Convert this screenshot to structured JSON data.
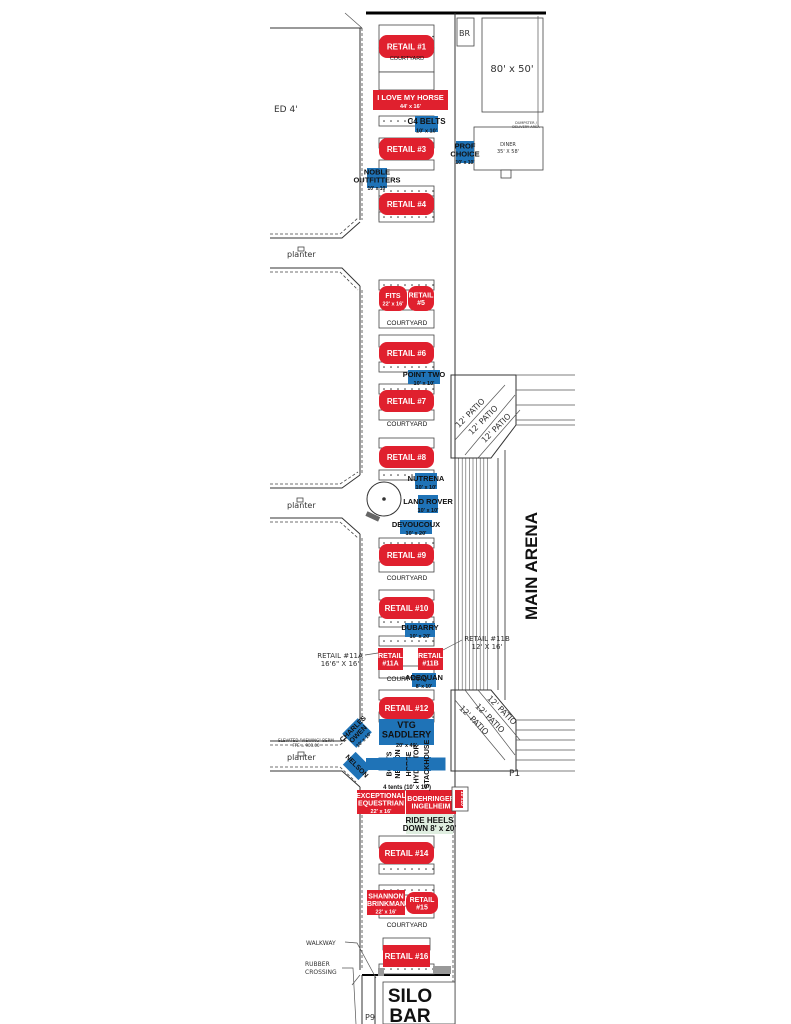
{
  "map": {
    "title": "Vendor Village Site Map",
    "arena_label": "MAIN ARENA",
    "silo_bar": [
      "SILO",
      "BAR"
    ],
    "labels": {
      "ed4": "ED  4'",
      "br": "BR",
      "lot": "80' x 50'",
      "dumpster": [
        "DUMPSTER /",
        "DELIVERY AREA"
      ],
      "diner": [
        "DINER",
        "35' X 58'"
      ],
      "planter_1": "planter",
      "planter_2": "planter",
      "planter_3": "planter",
      "berm": [
        "ELEVATED \"VIEWING\" BERM",
        "FFE = 903.00"
      ],
      "walkway": "WALKWAY",
      "rubber_crossing": [
        "RUBBER",
        "CROSSING"
      ],
      "p1": "P1",
      "p9": "P9",
      "retail_11a_callout": [
        "RETAIL  #11A",
        "16'6\"  X  16'"
      ],
      "retail_11b_callout": [
        "RETAIL  #11B",
        "12'  X  16'"
      ],
      "four_tents": "4 tents (10' x 10')",
      "patio_top": [
        "12' PATIO",
        "12' PATIO",
        "12' PATIO"
      ],
      "patio_bottom": [
        "12' PATIO",
        "12' PATIO",
        "12' PATIO"
      ],
      "gp": "G/P",
      "side_tag": "10'x10'"
    },
    "courtyards": [
      "COURTYARD",
      "COURTYARD",
      "COURTYARD",
      "COURTYARD",
      "COURTYARD",
      "COURTYARD"
    ],
    "retail": [
      {
        "id": "r1",
        "lines": [
          "RETAIL #1"
        ]
      },
      {
        "id": "ilmh",
        "lines": [
          "I LOVE MY HORSE",
          "44' x 16'"
        ]
      },
      {
        "id": "r3",
        "lines": [
          "RETAIL #3"
        ]
      },
      {
        "id": "r4",
        "lines": [
          "RETAIL #4"
        ]
      },
      {
        "id": "fits",
        "lines": [
          "FITS",
          "22' x 16'"
        ]
      },
      {
        "id": "r5",
        "lines": [
          "RETAIL",
          "#5"
        ]
      },
      {
        "id": "r6",
        "lines": [
          "RETAIL #6"
        ]
      },
      {
        "id": "r7",
        "lines": [
          "RETAIL #7"
        ]
      },
      {
        "id": "r8",
        "lines": [
          "RETAIL #8"
        ]
      },
      {
        "id": "r9",
        "lines": [
          "RETAIL #9"
        ]
      },
      {
        "id": "r10",
        "lines": [
          "RETAIL #10"
        ]
      },
      {
        "id": "r11a",
        "lines": [
          "RETAIL",
          "#11A"
        ]
      },
      {
        "id": "r11b",
        "lines": [
          "RETAIL",
          "#11B"
        ]
      },
      {
        "id": "r12",
        "lines": [
          "RETAIL #12"
        ]
      },
      {
        "id": "exq",
        "lines": [
          "EXCEPTIONAL",
          "EQUESTRIAN",
          "22' x 16'"
        ]
      },
      {
        "id": "bi",
        "lines": [
          "BOEHRINGER",
          "INGELHEIM"
        ]
      },
      {
        "id": "r14",
        "lines": [
          "RETAIL #14"
        ]
      },
      {
        "id": "shb",
        "lines": [
          "SHANNON",
          "BRINKMAN",
          "22' x 16'"
        ]
      },
      {
        "id": "r15",
        "lines": [
          "RETAIL",
          "#15"
        ]
      },
      {
        "id": "r16",
        "lines": [
          "RETAIL #16"
        ]
      }
    ],
    "blue": [
      {
        "id": "c4",
        "lines": [
          "C4 BELTS",
          "10' x 10'"
        ]
      },
      {
        "id": "prof",
        "lines": [
          "PROF",
          "CHOICE",
          "10' x 10'"
        ]
      },
      {
        "id": "noble",
        "lines": [
          "NOBLE",
          "OUTFITTERS",
          "10' x 10'"
        ]
      },
      {
        "id": "p2",
        "lines": [
          "POINT TWO",
          "10' x 10'"
        ]
      },
      {
        "id": "nutrena",
        "lines": [
          "NUTRENA",
          "10' x 10'"
        ]
      },
      {
        "id": "landrover",
        "lines": [
          "LAND ROVER",
          "10' x 10'"
        ]
      },
      {
        "id": "devoucoux",
        "lines": [
          "DEVOUCOUX",
          "10' x 20'"
        ]
      },
      {
        "id": "dubarry",
        "lines": [
          "DUBARRY",
          "10' x 20'"
        ]
      },
      {
        "id": "adequan",
        "lines": [
          "ADEQUAN",
          "8' x 10'"
        ]
      },
      {
        "id": "vtg",
        "lines": [
          "VTG",
          "SADDLERY",
          "20' x 40'"
        ]
      },
      {
        "id": "charles",
        "lines": [
          "CHARLES",
          "OWEN",
          "10' x 10'"
        ]
      },
      {
        "id": "nelsond",
        "lines": [
          "NELSON"
        ]
      },
      {
        "id": "lm",
        "lines": [
          "LM",
          "BOOTS"
        ]
      },
      {
        "id": "nelson",
        "lines": [
          "NELSON"
        ]
      },
      {
        "id": "horse",
        "lines": [
          "HORSE",
          "HYDRATOR"
        ]
      },
      {
        "id": "stack",
        "lines": [
          "STACKHOUSE"
        ]
      }
    ],
    "green": [
      {
        "id": "rhd",
        "lines": [
          "RIDE HEELS",
          "DOWN 8' x 20'"
        ]
      }
    ]
  }
}
